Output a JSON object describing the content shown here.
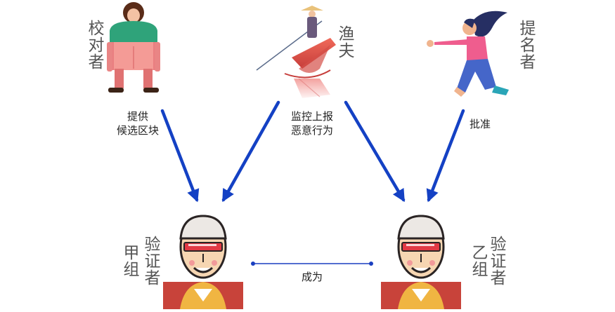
{
  "roles": {
    "proofreader": "校对者",
    "fisherman": "渔夫",
    "nominator": "提名者",
    "validator_a": "验证者",
    "group_a": "甲组",
    "validator_b": "验证者",
    "group_b": "乙组"
  },
  "edges": {
    "proofreader_to_a": [
      "提供",
      "候选区块"
    ],
    "fisherman_report": [
      "监控上报",
      "恶意行为"
    ],
    "nominator_to_b": "批准",
    "a_to_b": "成为"
  },
  "colors": {
    "arrow": "#1441c4",
    "link": "#1a3fc0",
    "label_text": "#555555"
  },
  "icons": {
    "proofreader": "standing-person-icon",
    "fisherman": "fisherman-boat-icon",
    "nominator": "jumping-woman-icon",
    "validator": "bald-man-with-visor-icon"
  }
}
